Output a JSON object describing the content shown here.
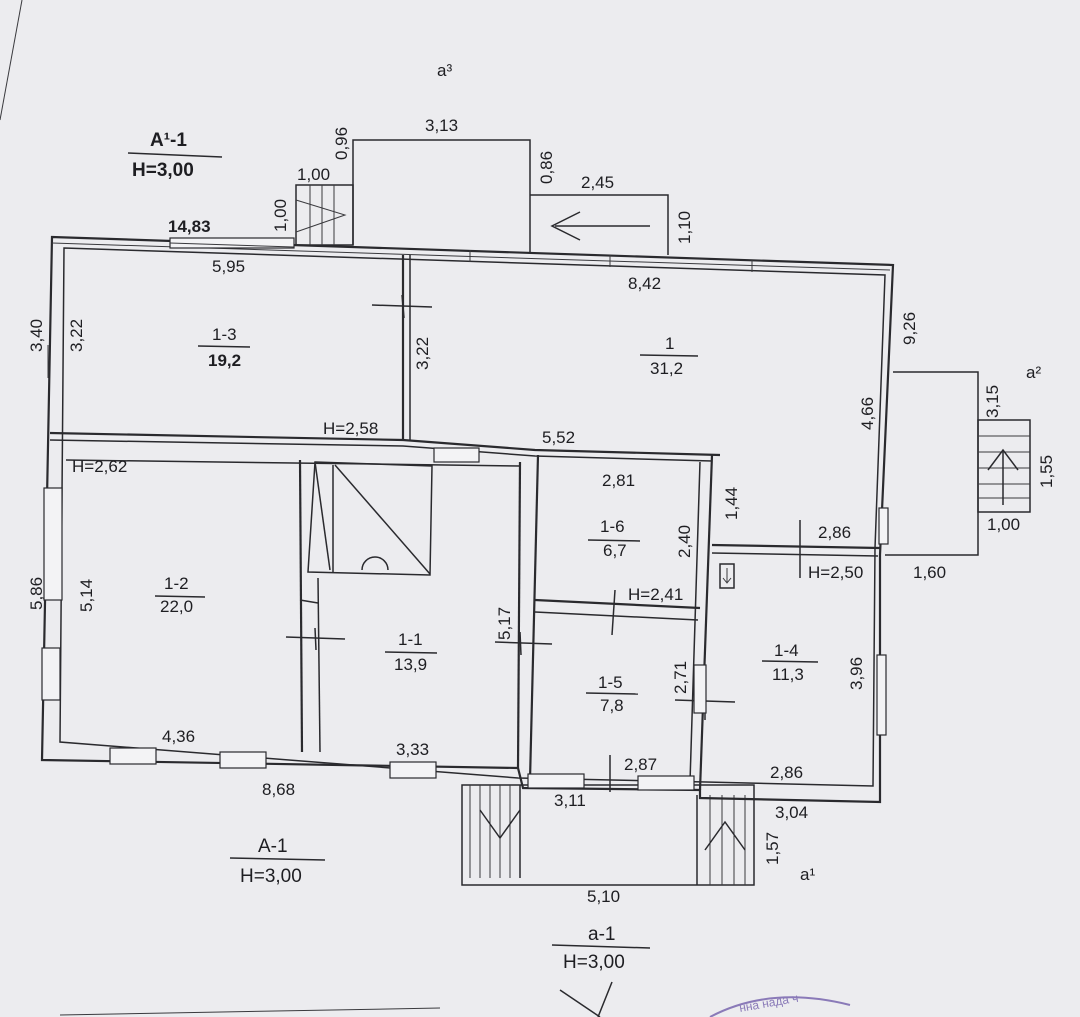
{
  "labels": {
    "annex_top": "a³",
    "annex_right": "a²",
    "annex_bottom": "a¹",
    "block_upper_name": "А¹-1",
    "block_upper_h": "Н=3,00",
    "block_main_name": "А-1",
    "block_main_h": "Н=3,00",
    "block_porch_name": "а-1",
    "block_porch_h": "Н=3,00"
  },
  "rooms": [
    {
      "id": "1-3",
      "area": "19,2"
    },
    {
      "id": "1",
      "area": "31,2"
    },
    {
      "id": "1-2",
      "area": "22,0"
    },
    {
      "id": "1-1",
      "area": "13,9"
    },
    {
      "id": "1-6",
      "area": "6,7"
    },
    {
      "id": "1-5",
      "area": "7,8"
    },
    {
      "id": "1-4",
      "area": "11,3"
    }
  ],
  "heights": [
    "Н=2,58",
    "Н=2,62",
    "Н=2,41",
    "Н=2,50"
  ],
  "dimensions": [
    "3,13",
    "0,96",
    "0,86",
    "1,00",
    "2,45",
    "1,00",
    "1,10",
    "14,83",
    "5,95",
    "8,42",
    "3,40",
    "3,22",
    "3,22",
    "9,26",
    "3,15",
    "4,66",
    "1,55",
    "1,00",
    "5,52",
    "2,81",
    "1,44",
    "2,40",
    "2,86",
    "1,60",
    "5,86",
    "5,14",
    "5,17",
    "2,71",
    "3,96",
    "4,36",
    "3,33",
    "2,87",
    "2,86",
    "8,68",
    "3,11",
    "3,04",
    "1,57",
    "5,10"
  ],
  "stamp_text": "нна нада ч",
  "icon": "meter-icon"
}
